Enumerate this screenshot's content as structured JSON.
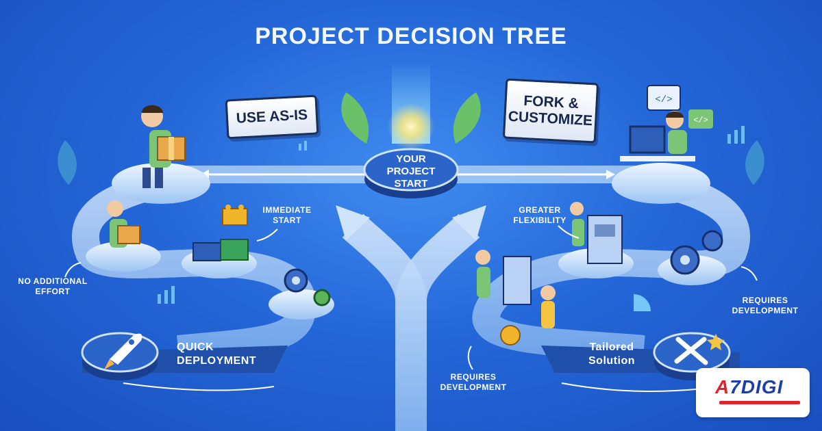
{
  "title": "PROJECT DECISION TREE",
  "center": {
    "line1": "YOUR",
    "line2": "PROJECT",
    "line3": "START"
  },
  "left_branch": {
    "sign": "USE AS-IS",
    "immediate_start": {
      "line1": "IMMEDIATE",
      "line2": "START"
    },
    "no_additional_effort": {
      "line1": "NO ADDITIONAL",
      "line2": "EFFORT"
    },
    "outcome": {
      "line1": "QUICK",
      "line2": "DEPLOYMENT"
    }
  },
  "right_branch": {
    "sign": {
      "line1": "FORK &",
      "line2": "CUSTOMIZE"
    },
    "greater_flexibility": {
      "line1": "GREATER",
      "line2": "FLEXIBILITY"
    },
    "requires_development_right": {
      "line1": "REQUIRES",
      "line2": "DEVELOPMENT"
    },
    "requires_development_bottom": {
      "line1": "REQUIRES",
      "line2": "DEVELOPMENT"
    },
    "outcome": {
      "line1": "Tailored",
      "line2": "Solution"
    }
  },
  "logo": {
    "text_a": "A",
    "text_rest": "7DIGI"
  },
  "colors": {
    "background": "#2467d8",
    "platform": "#dbeafd",
    "accent_yellow": "#f5c542",
    "logo_red": "#e0232a",
    "logo_blue": "#1f3fa8"
  },
  "icons": [
    "rocket-icon",
    "tools-icon",
    "gear-icon",
    "lego-blocks-icon",
    "code-icon",
    "leaf-icon",
    "box-icon"
  ]
}
